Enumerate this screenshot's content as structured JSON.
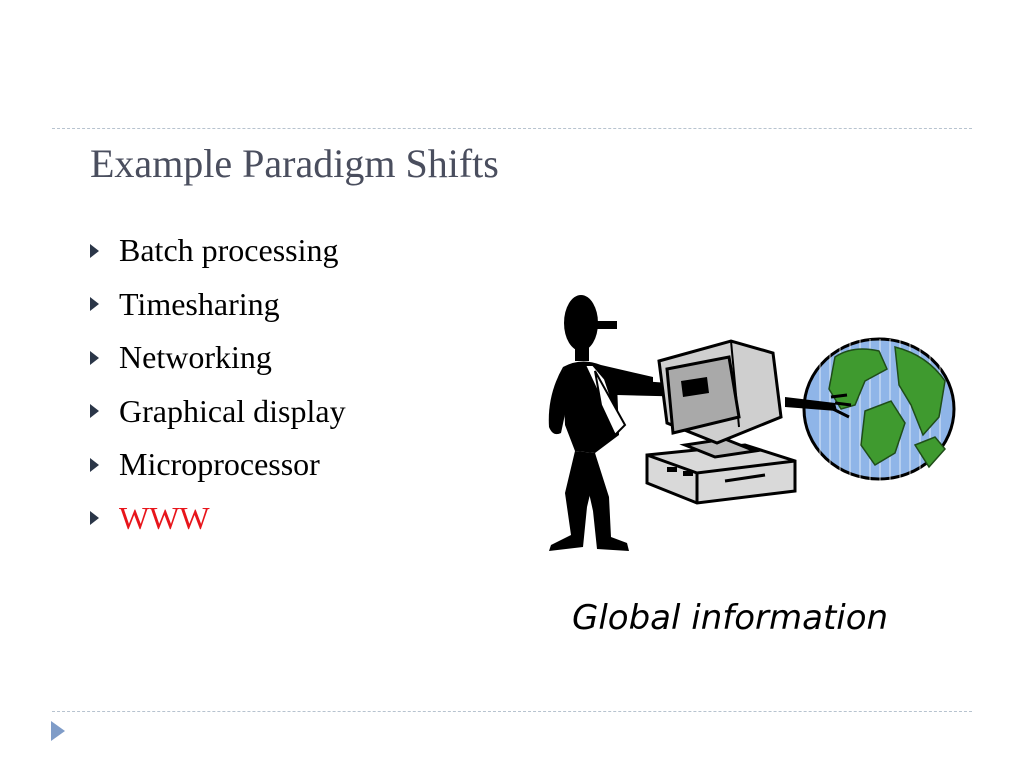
{
  "slide": {
    "title": "Example Paradigm Shifts",
    "bullets": [
      {
        "text": "Batch processing",
        "highlight": false
      },
      {
        "text": "Timesharing",
        "highlight": false
      },
      {
        "text": "Networking",
        "highlight": false
      },
      {
        "text": "Graphical display",
        "highlight": false
      },
      {
        "text": "Microprocessor",
        "highlight": false
      },
      {
        "text": "WWW",
        "highlight": true
      }
    ],
    "caption": "Global information"
  },
  "colors": {
    "title": "#4a4e5e",
    "bullet_marker": "#2b3648",
    "highlight": "#e8151b",
    "rule": "#b7c3cf",
    "nav_arrow": "#7f9cc8"
  },
  "icons": {
    "bullet": "triangle-right-icon",
    "clipart": "person-computer-globe-clipart",
    "nav": "next-slide-icon"
  }
}
